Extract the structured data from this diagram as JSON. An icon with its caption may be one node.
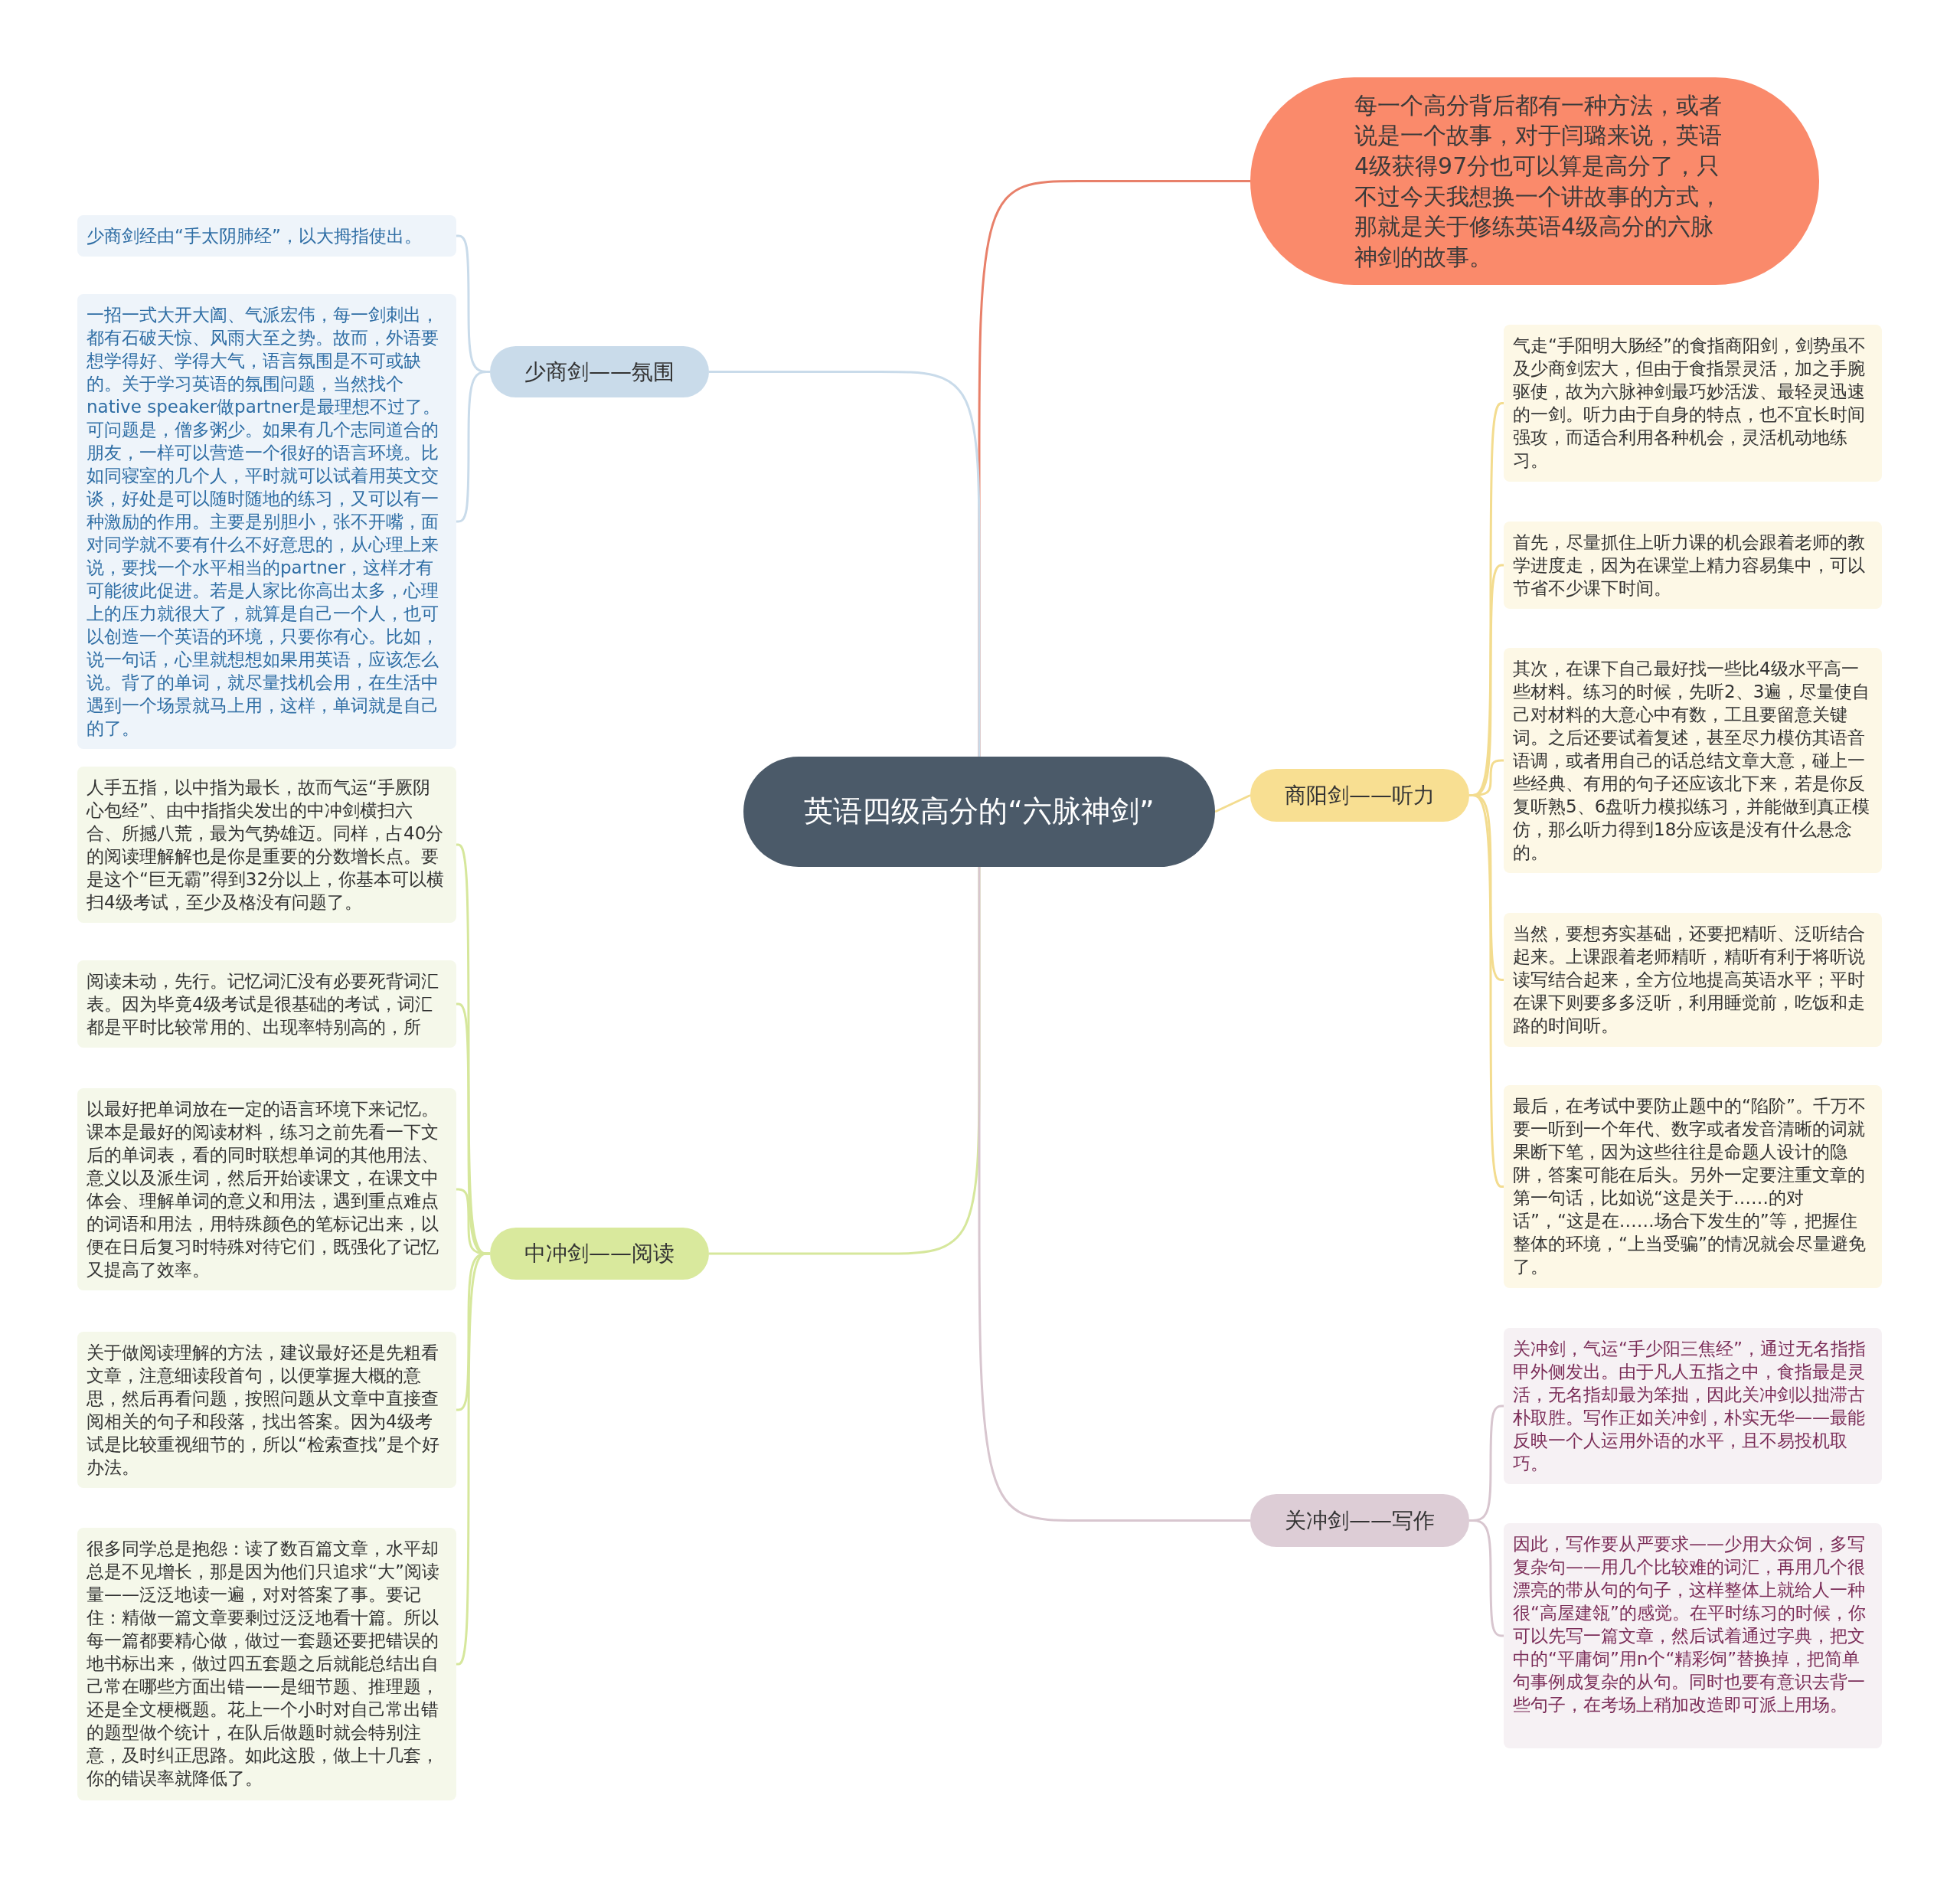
{
  "diagram": {
    "nodes": [
      {
        "text": [
          "英语四级高分的“六脉神剑”"
        ]
      },
      {
        "text": [
          "每一个高分背后都有一种方法，或者说是一个故事，对于闫璐来说，英语4级获得97分也可以算是高分了，只不过今天我想换一个讲故事的方式，那就是关于修练英语4级高分的六脉神剑的故事。"
        ]
      },
      {
        "text": [
          "少商剑——氛围"
        ]
      },
      {
        "text": [
          "少商剑经由“手太阴肺经”，以大拇指使出。"
        ]
      },
      {
        "text": [
          "一招一式大开大阖、气派宏伟，每一剑刺出，都有石破天惊、风雨大至之势。故而，外语要想学得好、学得大气，语言氛围是不可或缺的。关于学习英语的氛围问题，当然找个native speaker做partner是最理想不过了。可问题是，僧多粥少。如果有几个志同道合的朋友，一样可以营造一个很好的语言环境。比如同寝室的几个人，平时就可以试着用英文交谈，好处是可以随时随地的练习，又可以有一种激励的作用。主要是别胆小，张不开嘴，面对同学就不要有什么不好意思的，从心理上来说，要找一个水平相当的partner，这样才有可能彼此促进。若是人家比你高出太多，心理上的压力就很大了，就算是自己一个人，也可以创造一个英语的环境，只要你有心。比如，说一句话，心里就想想如果用英语，应该怎么说。背了的单词，就尽量找机会用，在生活中遇到一个场景就马上用，这样，单词就是自己的了。"
        ]
      },
      {
        "text": [
          "商阳剑——听力"
        ]
      },
      {
        "text": [
          "气走“手阳明大肠经”的食指商阳剑，剑势虽不及少商剑宏大，但由于食指景灵活，加之手腕驱使，故为六脉神剑最巧妙活泼、最轻灵迅速的一剑。听力由于自身的特点，也不宜长时间强攻，而适合利用各种机会，灵活机动地练习。"
        ]
      },
      {
        "text": [
          "首先，尽量抓住上听力课的机会跟着老师的教学进度走，因为在课堂上精力容易集中，可以节省不少课下时间。"
        ]
      },
      {
        "text": [
          "其次，在课下自己最好找一些比4级水平高一些材料。练习的时候，先听2、3遍，尽量使自己对材料的大意心中有数，工且要留意关键词。之后还要试着复述，甚至尽力模仿其语音语调，或者用自己的话总结文章大意，碰上一些经典、有用的句子还应该北下来，若是你反复听熟5、6盘听力模拟练习，并能做到真正模仿，那么听力得到18分应该是没有什么悬念的。"
        ]
      },
      {
        "text": [
          "当然，要想夯实基础，还要把精听、泛听结合起来。上课跟着老师精听，精听有利于将听说读写结合起来，全方位地提高英语水平；平时在课下则要多多泛听，利用睡觉前，吃饭和走路的时间听。"
        ]
      },
      {
        "text": [
          "最后，在考试中要防止题中的“陷阶”。千万不要一听到一个年代、数字或者发音清晰的词就果断下笔，因为这些往往是命题人设计的隐阱，答案可能在后头。另外一定要注重文章的第一句话，比如说“这是关于……的对话”，“这是在……场合下发生的”等，把握住整体的环境，“上当受骗”的情况就会尽量避免了。"
        ]
      },
      {
        "text": [
          "中冲剑——阅读"
        ]
      },
      {
        "text": [
          "人手五指，以中指为最长，故而气运“手厥阴心包经”、由中指指尖发出的中冲剑横扫六合、所撼八荒，最为气势雄迈。同样，占40分的阅读理解解也是你是重要的分数增长点。要是这个“巨无霸”得到32分以上，你基本可以横扫4级考试，至少及格没有问题了。"
        ]
      },
      {
        "text": [
          "阅读未动，先行。记忆词汇没有必要死背词汇表。因为毕竟4级考试是很基础的考试，词汇都是平时比较常用的、出现率特别高的，所"
        ]
      },
      {
        "text": [
          "以最好把单词放在一定的语言环境下来记忆。课本是最好的阅读材料，练习之前先看一下文后的单词表，看的同时联想单词的其他用法、意义以及派生词，然后开始读课文，在课文中体会、理解单词的意义和用法，遇到重点难点的词语和用法，用特殊颜色的笔标记出来，以便在日后复习时特殊对待它们，既强化了记忆又提高了效率。"
        ]
      },
      {
        "text": [
          "关于做阅读理解的方法，建议最好还是先粗看文章，注意细读段首句，以便掌握大概的意思，然后再看问题，按照问题从文章中直接查阅相关的句子和段落，找出答案。因为4级考试是比较重视细节的，所以“检索查找”是个好办法。"
        ]
      },
      {
        "text": [
          "很多同学总是抱怨：读了数百篇文章，水平却总是不见增长，那是因为他们只追求“大”阅读量——泛泛地读一遍，对对答案了事。要记住：精做一篇文章要剩过泛泛地看十篇。所以每一篇都要精心做，做过一套题还要把错误的地书标出来，做过四五套题之后就能总结出自己常在哪些方面出错——是细节题、推理题，还是全文梗概题。花上一个小时对自己常出错的题型做个统计，在队后做题时就会特别注意，及时纠正思路。如此这股，做上十几套，你的错误率就降低了。"
        ]
      },
      {
        "text": [
          "关冲剑——写作"
        ]
      },
      {
        "text": [
          "关冲剑，气运“手少阳三焦经”，通过无名指指甲外侧发出。由于凡人五指之中，食指最是灵活，无名指却最为笨拙，因此关冲剑以拙滞古朴取胜。写作正如关冲剑，朴实无华——最能反映一个人运用外语的水平，且不易投机取巧。"
        ]
      },
      {
        "text": [
          "因此，写作要从严要求——少用大众饲，多写复杂句——用几个比较难的词汇，再用几个很漂亮的带从句的句子，这样整体上就给人一种很“高屋建瓴”的感觉。在平时练习的时候，你可以先写一篇文章，然后试着通过字典，把文中的“平庸饲”用n个“精彩饲”替换掉，把简单句事例成复杂的从句。同时也要有意识去背一些句子，在考场上稍加改造即可派上用场。"
        ]
      }
    ],
    "edges": [
      {
        "from": 0,
        "to": 1,
        "arrow": "none",
        "color": "#e8806a"
      },
      {
        "from": 0,
        "to": 2,
        "arrow": "none",
        "color": "#c9dbea"
      },
      {
        "from": 2,
        "to": 3,
        "arrow": "none",
        "color": "#c9dbea"
      },
      {
        "from": 2,
        "to": 4,
        "arrow": "none",
        "color": "#c9dbea"
      },
      {
        "from": 0,
        "to": 5,
        "arrow": "none",
        "color": "#f3dc8f"
      },
      {
        "from": 5,
        "to": 6,
        "arrow": "none",
        "color": "#f3dc8f"
      },
      {
        "from": 5,
        "to": 7,
        "arrow": "none",
        "color": "#f3dc8f"
      },
      {
        "from": 5,
        "to": 8,
        "arrow": "none",
        "color": "#f3dc8f"
      },
      {
        "from": 5,
        "to": 9,
        "arrow": "none",
        "color": "#f3dc8f"
      },
      {
        "from": 5,
        "to": 10,
        "arrow": "none",
        "color": "#f3dc8f"
      },
      {
        "from": 0,
        "to": 11,
        "arrow": "none",
        "color": "#d6e79c"
      },
      {
        "from": 11,
        "to": 12,
        "arrow": "none",
        "color": "#d6e79c"
      },
      {
        "from": 11,
        "to": 13,
        "arrow": "none",
        "color": "#d6e79c"
      },
      {
        "from": 11,
        "to": 14,
        "arrow": "none",
        "color": "#d6e79c"
      },
      {
        "from": 11,
        "to": 15,
        "arrow": "none",
        "color": "#d6e79c"
      },
      {
        "from": 11,
        "to": 16,
        "arrow": "none",
        "color": "#d6e79c"
      },
      {
        "from": 0,
        "to": 17,
        "arrow": "none",
        "color": "#d8c6cf"
      },
      {
        "from": 17,
        "to": 18,
        "arrow": "none",
        "color": "#d8c6cf"
      },
      {
        "from": 17,
        "to": 19,
        "arrow": "none",
        "color": "#d8c6cf"
      }
    ]
  }
}
